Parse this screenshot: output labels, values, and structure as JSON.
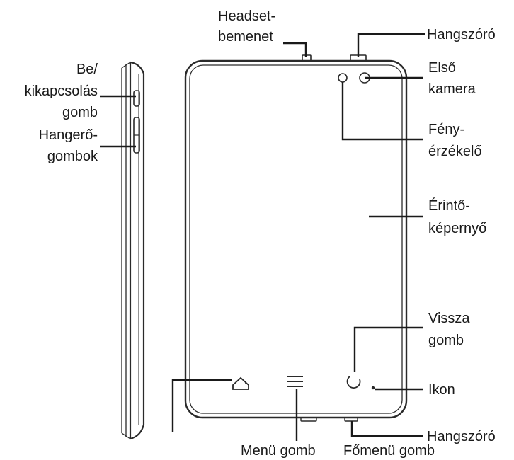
{
  "labels": {
    "headset_1": "Headset-",
    "headset_2": "bemenet",
    "speaker_top": "Hangszóró",
    "power_1": "Be/",
    "power_2": "kikapcsolás",
    "power_3": "gomb",
    "volume_1": "Hangerő-",
    "volume_2": "gombok",
    "front_camera_1": "Első",
    "front_camera_2": "kamera",
    "light_sensor_1": "Fény-",
    "light_sensor_2": "érzékelő",
    "touchscreen_1": "Érintő-",
    "touchscreen_2": "képernyő",
    "back_button_1": "Vissza",
    "back_button_2": "gomb",
    "icon": "Ikon",
    "speaker_bottom": "Hangszóró",
    "menu_button": "Menü gomb",
    "home_button": "Főmenü gomb"
  }
}
